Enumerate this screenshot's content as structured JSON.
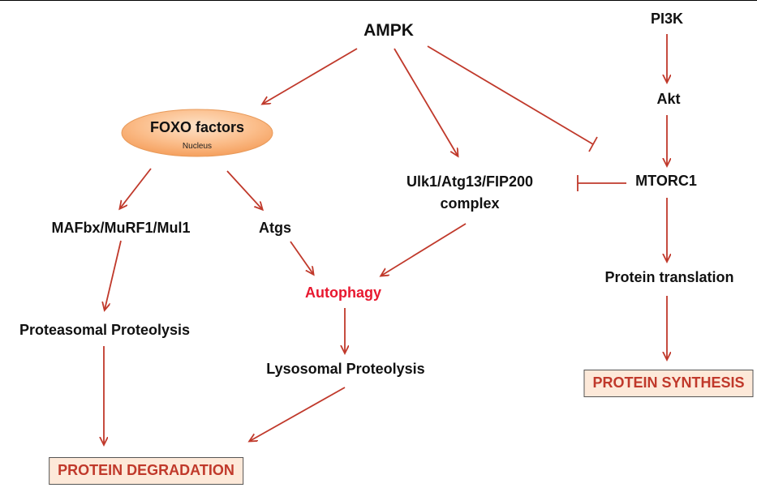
{
  "nodes": {
    "ampk": "AMPK",
    "pi3k": "PI3K",
    "akt": "Akt",
    "foxo_title": "FOXO factors",
    "foxo_sub": "Nucleus",
    "ulk_line1": "Ulk1/Atg13/FIP200",
    "ulk_line2": "complex",
    "mtorc1": "MTORC1",
    "mafbx": "MAFbx/MuRF1/Mul1",
    "atgs": "Atgs",
    "autophagy": "Autophagy",
    "protein_translation": "Protein translation",
    "proteasomal": "Proteasomal Proteolysis",
    "lysosomal": "Lysosomal Proteolysis",
    "protein_synthesis": "PROTEIN SYNTHESIS",
    "protein_degradation": "PROTEIN DEGRADATION"
  },
  "colors": {
    "arrow": "#c0392b",
    "autophagy_text": "#e8182f",
    "outcome_box_fill": "#fde9d9",
    "foxo_fill": "#f9a969"
  }
}
